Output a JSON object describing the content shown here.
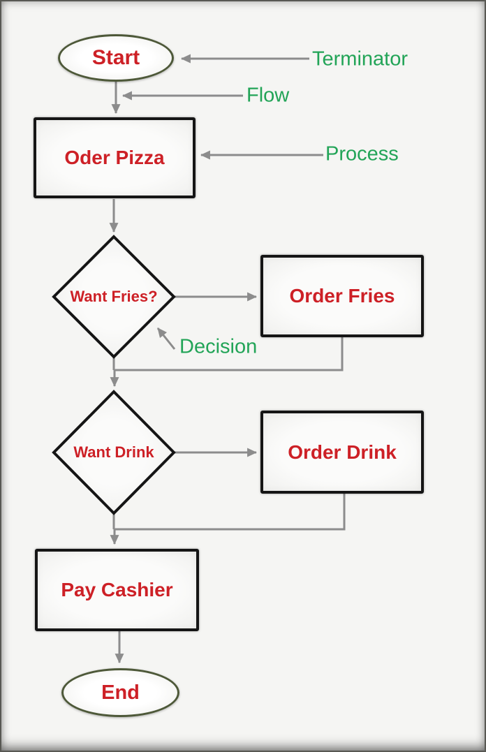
{
  "nodes": {
    "start": {
      "label": "Start",
      "type": "terminator"
    },
    "order_pizza": {
      "label": "Oder Pizza",
      "type": "process"
    },
    "want_fries": {
      "label": "Want Fries?",
      "type": "decision"
    },
    "order_fries": {
      "label": "Order Fries",
      "type": "process"
    },
    "want_drink": {
      "label": "Want Drink",
      "type": "decision"
    },
    "order_drink": {
      "label": "Order Drink",
      "type": "process"
    },
    "pay_cashier": {
      "label": "Pay Cashier",
      "type": "process"
    },
    "end": {
      "label": "End",
      "type": "terminator"
    }
  },
  "legend": {
    "terminator": "Terminator",
    "flow": "Flow",
    "process": "Process",
    "decision": "Decision"
  },
  "colors": {
    "node_text": "#cd2026",
    "legend_text": "#22a457",
    "connector": "#8c8c8c",
    "shape_border": "#151515",
    "terminator_border": "#4d5838",
    "background": "#f5f5f3"
  }
}
